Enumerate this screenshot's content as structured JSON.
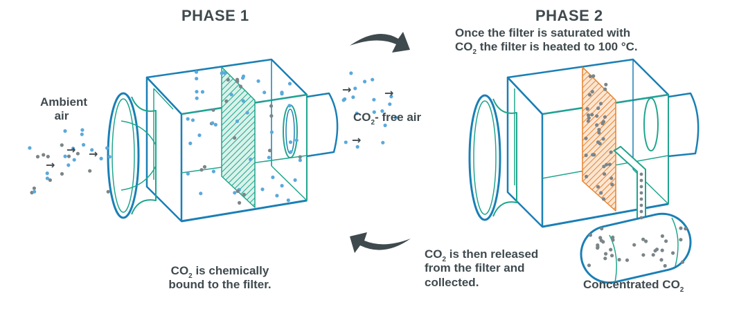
{
  "phase1": {
    "title": "PHASE 1",
    "input_label_line1": "Ambient",
    "input_label_line2": "air",
    "output_label_prefix": "CO",
    "output_label_sub": "2",
    "output_label_suffix": "- free air",
    "caption_prefix": "CO",
    "caption_sub": "2",
    "caption_line1_suffix": " is chemically",
    "caption_line2": "bound to the filter."
  },
  "phase2": {
    "title": "PHASE 2",
    "desc_line1": "Once the filter is saturated with",
    "desc_prefix": "CO",
    "desc_sub": "2",
    "desc_line2_suffix": " the filter is heated to 100 °C.",
    "caption_prefix": "CO",
    "caption_sub": "2",
    "caption_line1_suffix": " is then released",
    "caption_line2": "from the filter and",
    "caption_line3": "collected.",
    "tank_label_prefix": "Concentrated CO",
    "tank_label_sub": "2"
  },
  "colors": {
    "outline_blue": "#1a7fb5",
    "outline_teal": "#1fa58c",
    "air_dot": "#5aa9dc",
    "co2_dot": "#7b8588",
    "filter_active": "#1fa58c",
    "filter_heated": "#e8822c",
    "arrow": "#3f4a4e"
  }
}
